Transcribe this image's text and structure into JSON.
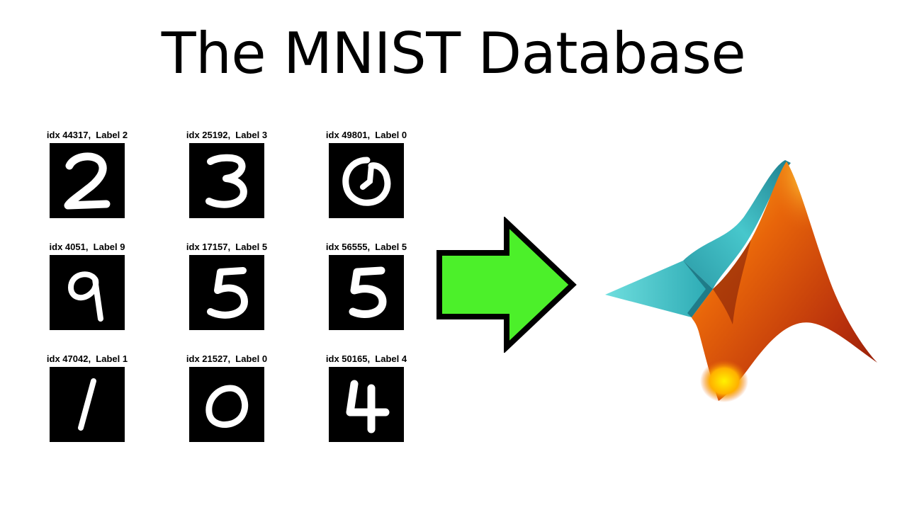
{
  "slide": {
    "title": "The MNIST Database"
  },
  "samples": [
    {
      "label": "idx 44317,  Label 2",
      "digit": "2"
    },
    {
      "label": "idx 25192,  Label 3",
      "digit": "3"
    },
    {
      "label": "idx 49801,  Label 0",
      "digit": "0"
    },
    {
      "label": "idx 4051,  Label 9",
      "digit": "9"
    },
    {
      "label": "idx 17157,  Label 5",
      "digit": "5"
    },
    {
      "label": "idx 56555,  Label 5",
      "digit": "5"
    },
    {
      "label": "idx 47042,  Label 1",
      "digit": "1"
    },
    {
      "label": "idx 21527,  Label 0",
      "digit": "0"
    },
    {
      "label": "idx 50165,  Label 4",
      "digit": "4"
    }
  ],
  "arrow": {
    "icon": "right-arrow-icon",
    "fill": "#4cf02a",
    "stroke": "#000000"
  },
  "logo": {
    "icon": "matlab-membrane-logo",
    "colors": {
      "cyan": "#3fc7c7",
      "orange": "#e8650a",
      "red": "#a3200c",
      "yellow": "#ffd400"
    }
  }
}
